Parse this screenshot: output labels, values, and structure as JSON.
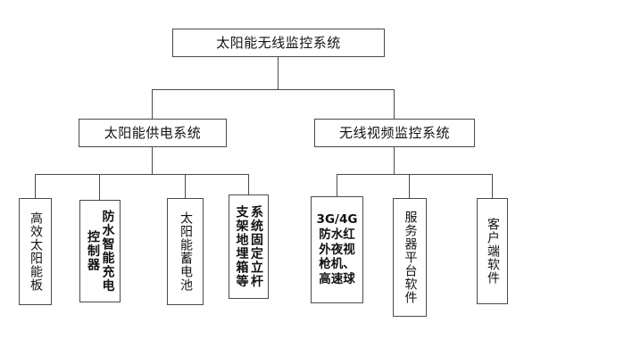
{
  "diagram": {
    "title_text": "太阳能无线监控系统",
    "type": "organization-tree",
    "levels": 3,
    "root": {
      "id": "root",
      "label": "太阳能无线监控系统",
      "orientation": "horizontal"
    },
    "branches": [
      {
        "id": "power-system",
        "label": "太阳能供电系统",
        "orientation": "horizontal",
        "children": [
          {
            "id": "solar-panel",
            "label": "高效太阳能板",
            "orientation": "vertical-1col"
          },
          {
            "id": "charge-controller",
            "label": "防水智能充电控制器",
            "orientation": "vertical-2col"
          },
          {
            "id": "battery",
            "label": "太阳能蓄电池",
            "orientation": "vertical-1col"
          },
          {
            "id": "mounting",
            "label": "系统固定立杆支架地埋箱等",
            "orientation": "vertical-2col"
          }
        ]
      },
      {
        "id": "video-system",
        "label": "无线视频监控系统",
        "orientation": "horizontal",
        "children": [
          {
            "id": "camera",
            "label": "3G/4G\n防水红\n外夜视\n枪机、\n高速球",
            "orientation": "horizontal-5line"
          },
          {
            "id": "server-platform",
            "label": "服务器平台软件",
            "orientation": "vertical-1col"
          },
          {
            "id": "client-software",
            "label": "客户端软件",
            "orientation": "vertical-1col"
          }
        ]
      }
    ]
  },
  "style": {
    "background": "#ffffff",
    "line_color": "#4a4a4a",
    "text_color": "#121212",
    "box_border": "#4a4a4a"
  }
}
